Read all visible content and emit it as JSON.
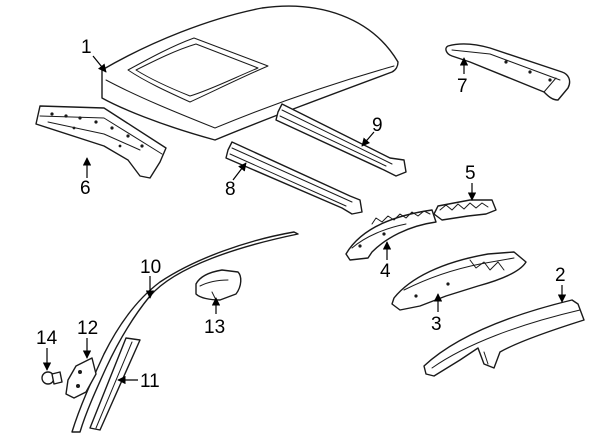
{
  "diagram": {
    "callouts": [
      {
        "id": "1",
        "text": "1"
      },
      {
        "id": "2",
        "text": "2"
      },
      {
        "id": "3",
        "text": "3"
      },
      {
        "id": "4",
        "text": "4"
      },
      {
        "id": "5",
        "text": "5"
      },
      {
        "id": "6",
        "text": "6"
      },
      {
        "id": "7",
        "text": "7"
      },
      {
        "id": "8",
        "text": "8"
      },
      {
        "id": "9",
        "text": "9"
      },
      {
        "id": "10",
        "text": "10"
      },
      {
        "id": "11",
        "text": "11"
      },
      {
        "id": "12",
        "text": "12"
      },
      {
        "id": "13",
        "text": "13"
      },
      {
        "id": "14",
        "text": "14"
      }
    ],
    "colors": {
      "line": "#1a1a1a",
      "background": "#ffffff"
    }
  }
}
